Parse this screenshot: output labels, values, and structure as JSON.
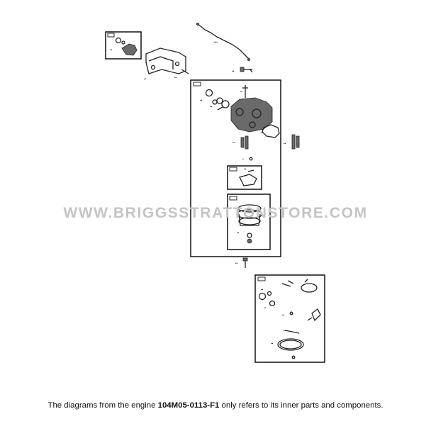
{
  "diagram": {
    "watermark": "WWW.BRIGGSSTRATTONSTORE.COM",
    "caption": {
      "prefix": "The diagrams from the engine ",
      "engine_model": "104M05-0113-F1",
      "suffix": " only refers to its inner parts and components."
    }
  }
}
